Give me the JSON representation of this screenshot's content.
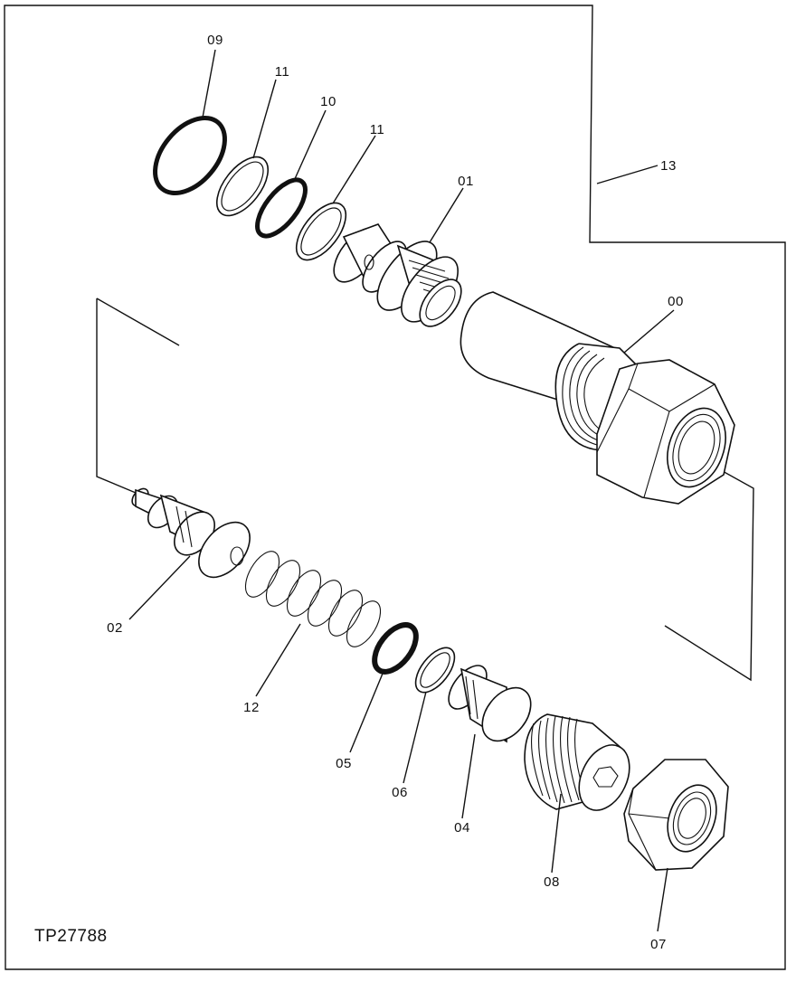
{
  "drawing": {
    "code": "TP27788",
    "callouts": {
      "c09": "09",
      "c11a": "11",
      "c10": "10",
      "c11b": "11",
      "c01": "01",
      "c13": "13",
      "c00": "00",
      "c02": "02",
      "c12": "12",
      "c05": "05",
      "c06": "06",
      "c04": "04",
      "c08": "08",
      "c07": "07"
    }
  }
}
